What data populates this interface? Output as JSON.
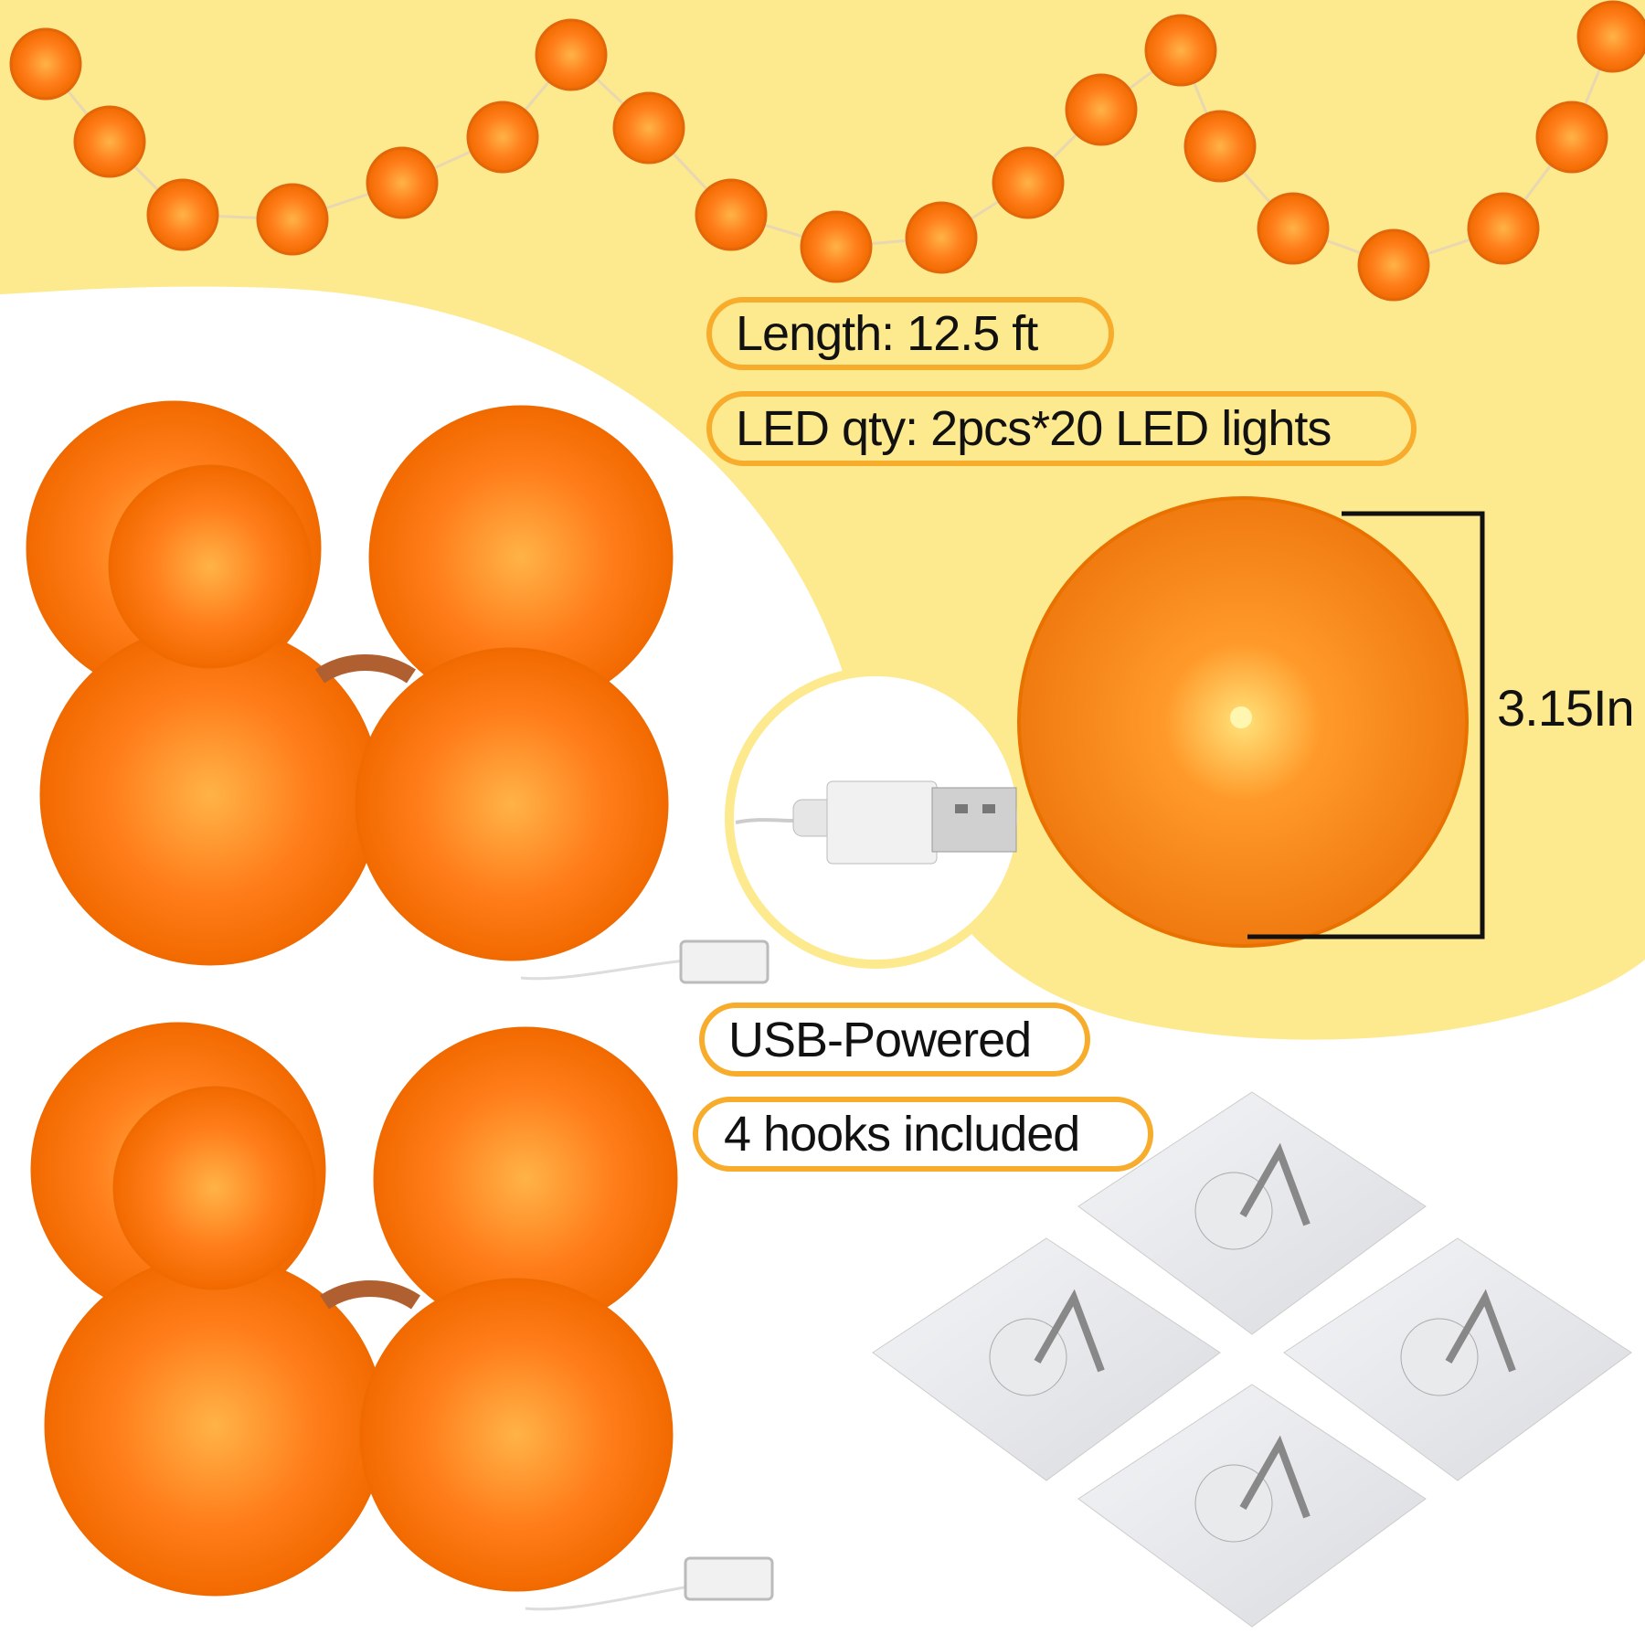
{
  "specs": {
    "length": "Length: 12.5 ft",
    "led_qty": "LED qty: 2pcs*20 LED lights",
    "flower_size": "3.15In",
    "power": "USB-Powered",
    "hooks": "4 hooks included"
  },
  "colors": {
    "background_yellow": "#fde98e",
    "pill_border": "#f7ac2c",
    "flower_orange": "#ff7a12"
  },
  "icons": [
    "marigold-flower",
    "usb-plug",
    "adhesive-hook"
  ]
}
